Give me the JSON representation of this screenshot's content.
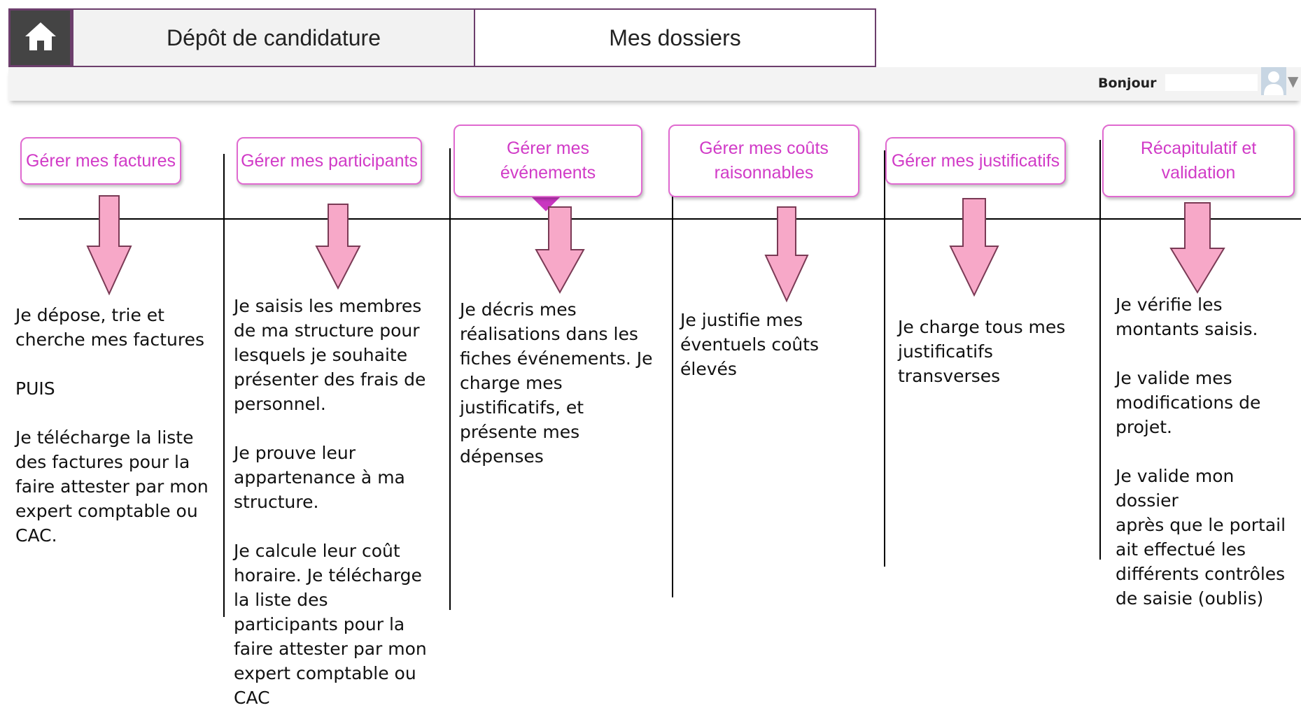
{
  "nav": {
    "home_icon": "home-icon",
    "tabs": [
      {
        "label": "Dépôt de candidature"
      },
      {
        "label": "Mes dossiers"
      }
    ]
  },
  "greeting": {
    "label": "Bonjour",
    "avatar_icon": "user-avatar-icon",
    "menu_icon": "chevron-down-icon"
  },
  "colors": {
    "accent_pink": "#d13bc7",
    "arrow_fill": "#f7a8c8",
    "tab_border": "#6c3e6c"
  },
  "steps": [
    {
      "button": "Gérer mes factures",
      "description": "Je dépose, trie et\ncherche  mes factures\n\n       PUIS\n\nJe télécharge la liste\ndes factures pour la\nfaire attester par mon\nexpert comptable ou\nCAC."
    },
    {
      "button": "Gérer mes participants",
      "description": "Je saisis les membres\nde ma structure pour\nlesquels je souhaite\nprésenter des frais de\npersonnel.\n\nJe prouve leur\nappartenance à ma\nstructure.\n\nJe calcule  leur coût\nhoraire. Je télécharge\nla liste des\nparticipants pour la\nfaire attester par mon\nexpert comptable ou\nCAC"
    },
    {
      "button": "Gérer mes\névénements",
      "description": " Je décris mes\nréalisations dans les\nfiches événements. Je\ncharge mes\njustificatifs, et\nprésente mes\ndépenses"
    },
    {
      "button": "Gérer mes coûts\nraisonnables",
      "description": "Je justifie mes\néventuels coûts\nélevés"
    },
    {
      "button": "Gérer mes justificatifs",
      "description": "Je charge tous mes\njustificatifs\ntransverses"
    },
    {
      "button": "Récapitulatif et\nvalidation",
      "description": "Je vérifie les\nmontants saisis.\n\nJe valide mes\nmodifications de\nprojet.\n\nJe valide mon dossier\naprès que le portail\nait effectué les\ndifférents contrôles\nde saisie (oublis)"
    }
  ]
}
